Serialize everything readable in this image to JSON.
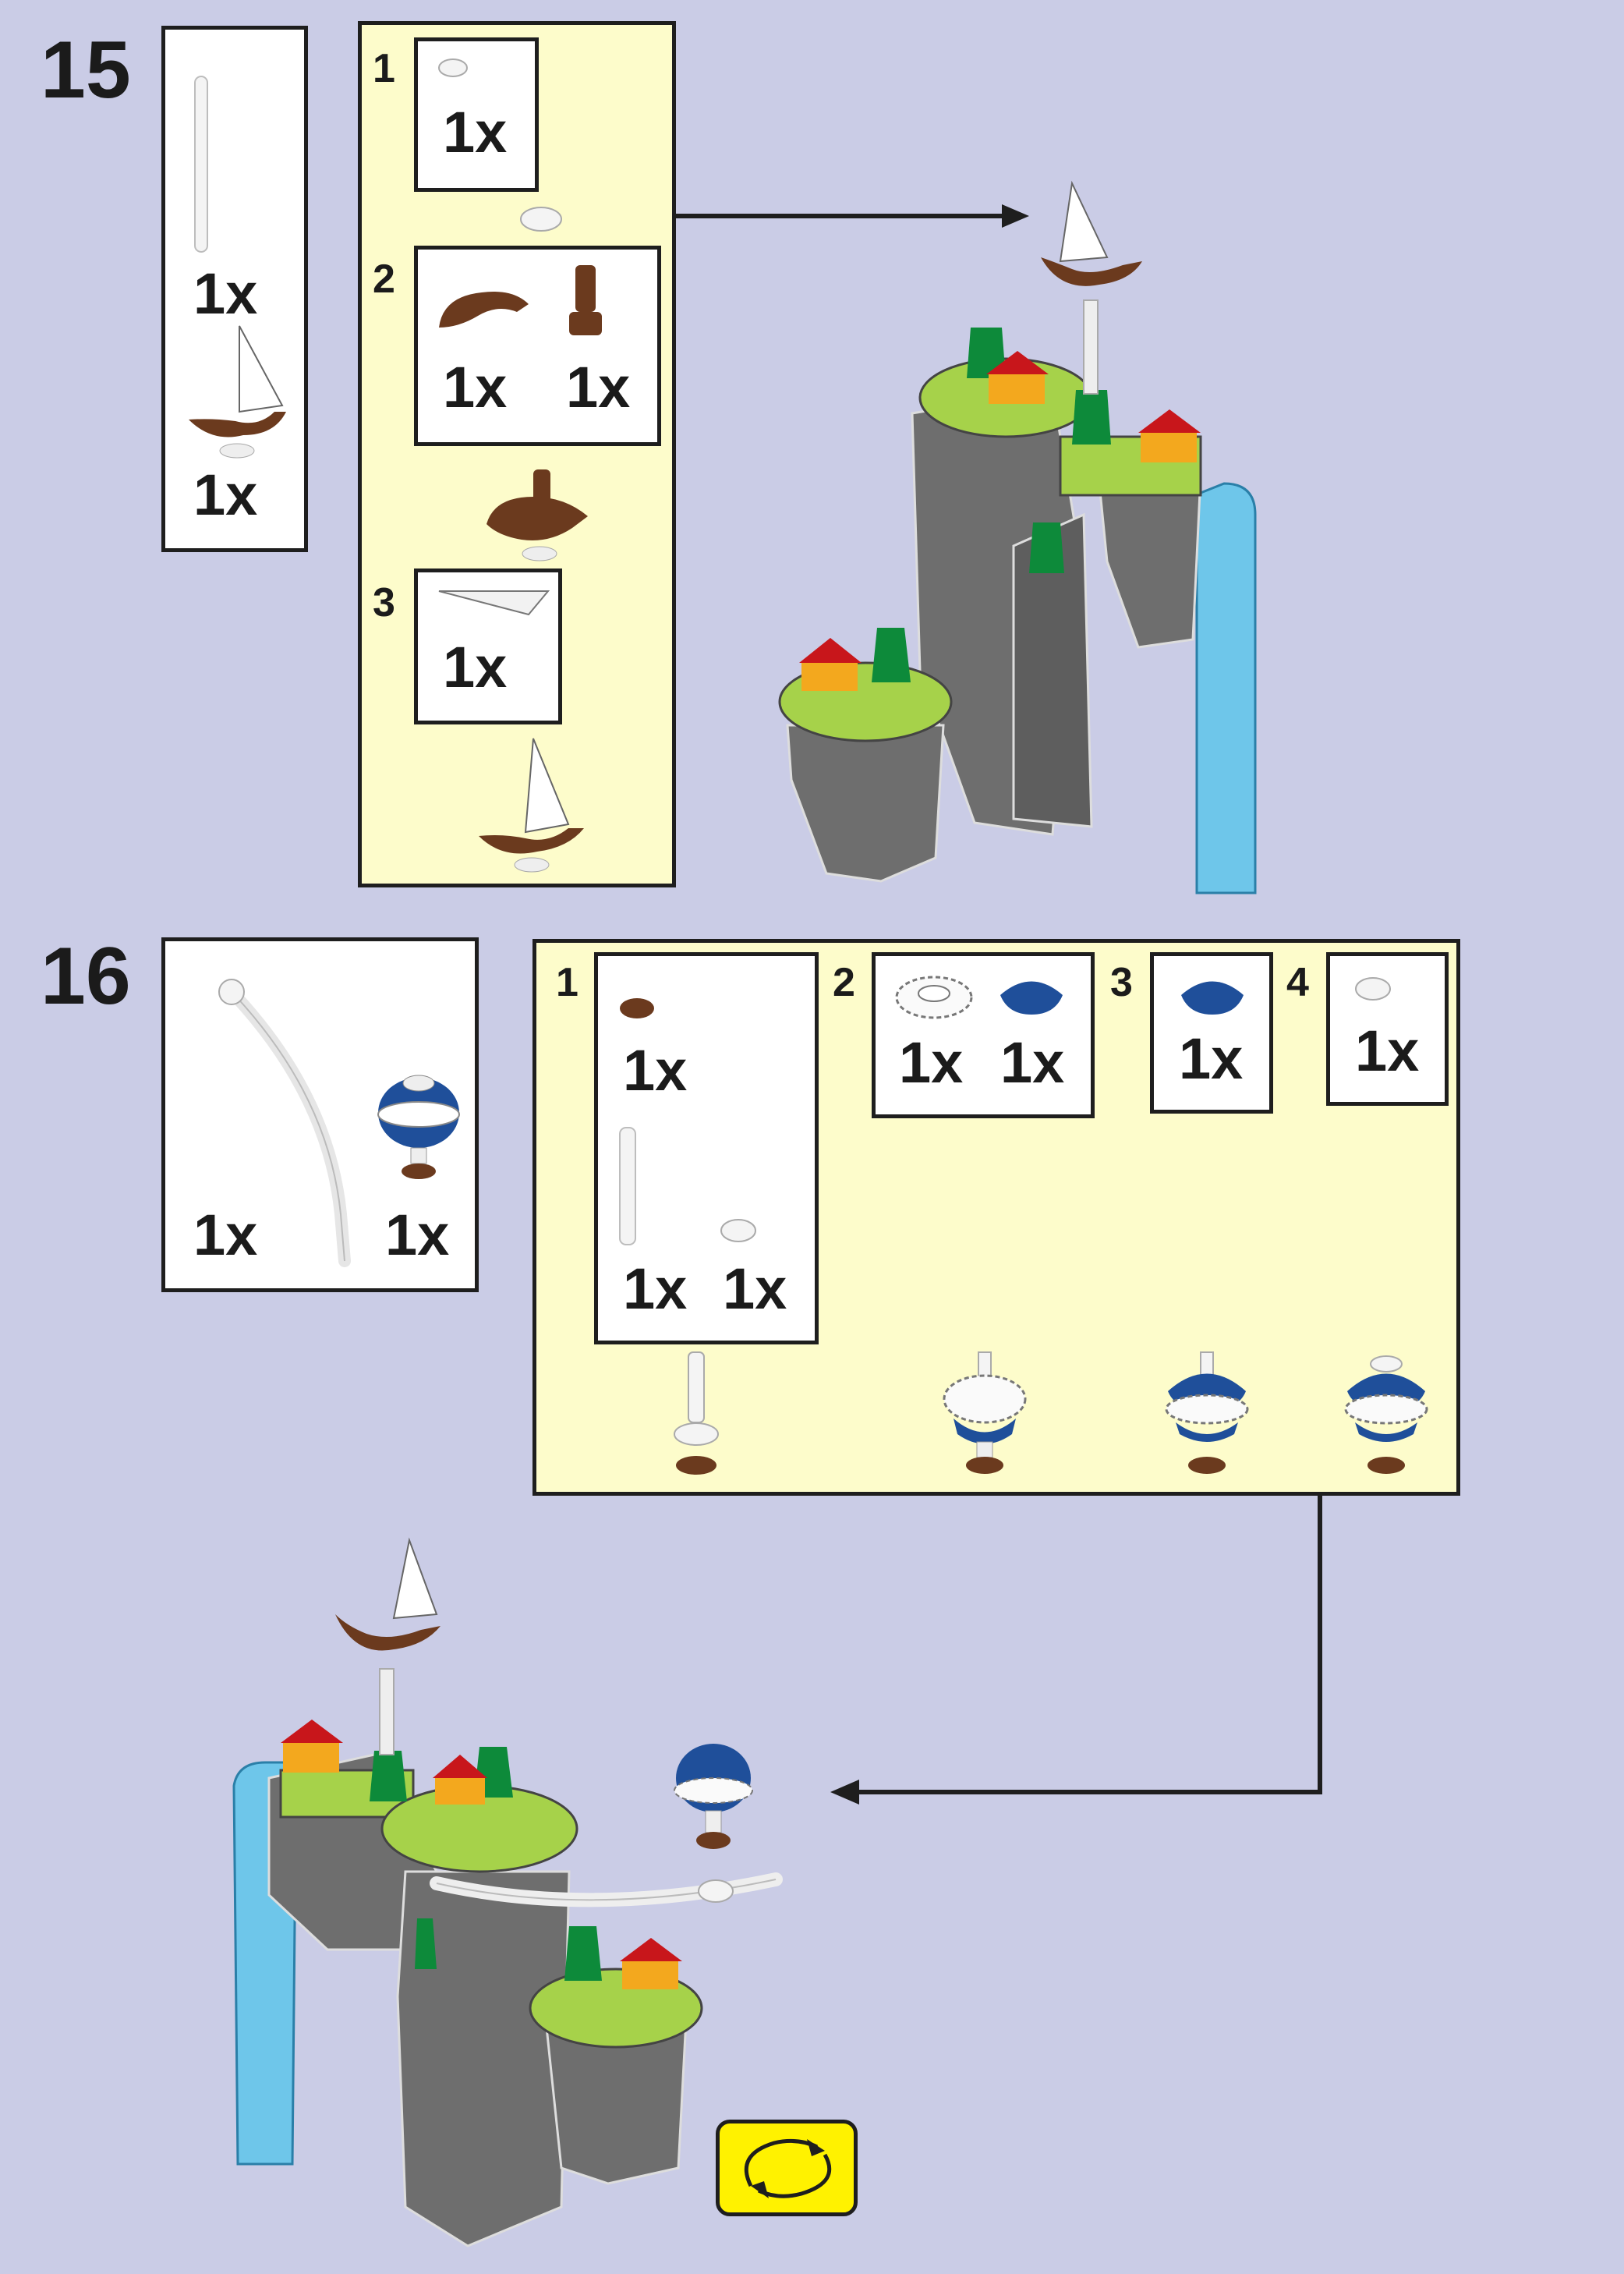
{
  "steps": [
    {
      "number": "15",
      "parts_list": [
        {
          "part": "transparent-bar-icon",
          "qty": "1x"
        },
        {
          "part": "boat-assembly-icon",
          "qty": "1x"
        }
      ],
      "substeps": [
        {
          "number": "1",
          "parts": [
            {
              "part": "round-plate-icon",
              "qty": "1x"
            }
          ]
        },
        {
          "number": "2",
          "parts": [
            {
              "part": "boat-hull-icon",
              "qty": "1x"
            },
            {
              "part": "mast-bar-icon",
              "qty": "1x"
            }
          ]
        },
        {
          "number": "3",
          "parts": [
            {
              "part": "sail-wedge-icon",
              "qty": "1x"
            }
          ]
        }
      ]
    },
    {
      "number": "16",
      "parts_list": [
        {
          "part": "curved-tube-icon",
          "qty": "1x"
        },
        {
          "part": "globe-assembly-icon",
          "qty": "1x"
        }
      ],
      "substeps": [
        {
          "number": "1",
          "parts": [
            {
              "part": "brown-round-plate-icon",
              "qty": "1x"
            },
            {
              "part": "transparent-bar-icon",
              "qty": "1x"
            },
            {
              "part": "white-round-plate-icon",
              "qty": "1x"
            }
          ]
        },
        {
          "number": "2",
          "parts": [
            {
              "part": "white-gear-icon",
              "qty": "1x"
            },
            {
              "part": "blue-dome-icon",
              "qty": "1x"
            }
          ]
        },
        {
          "number": "3",
          "parts": [
            {
              "part": "blue-dome-icon",
              "qty": "1x"
            }
          ]
        },
        {
          "number": "4",
          "parts": [
            {
              "part": "white-round-plate-icon",
              "qty": "1x"
            }
          ]
        }
      ]
    }
  ],
  "colors": {
    "background": "#cacce6",
    "callout": "#fdfccb",
    "rotate_badge": "#fff200",
    "lime": "#a6d24a",
    "gray": "#6e6e6e",
    "brown": "#6b3a1e",
    "sky_blue": "#6ec6ea",
    "red": "#c8161b",
    "green": "#0d8a3a",
    "blue": "#1f4f9a"
  },
  "icons": [
    "arrow-right-icon",
    "arrow-left-icon",
    "rotate-model-icon"
  ]
}
